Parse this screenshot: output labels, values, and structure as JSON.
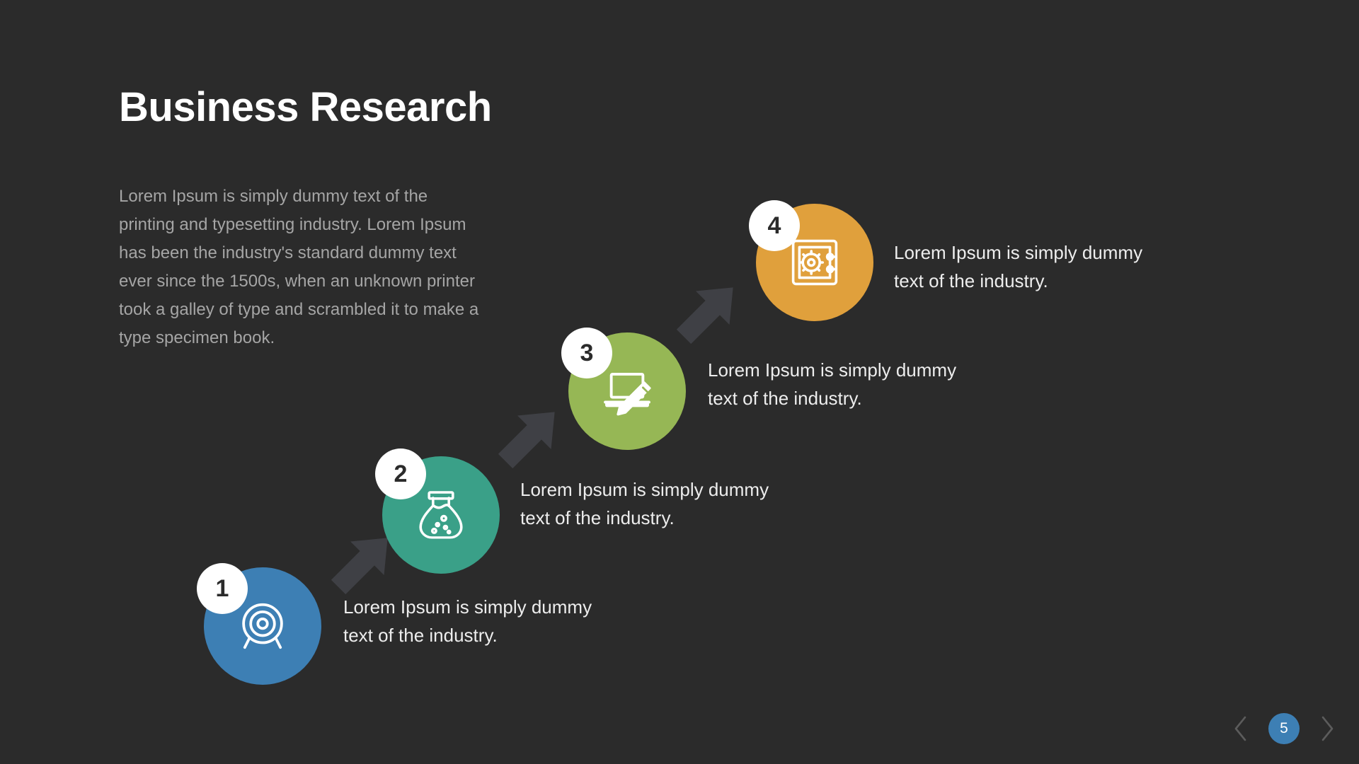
{
  "slide": {
    "title": "Business Research",
    "body": "Lorem Ipsum is simply dummy text of the printing and typesetting industry. Lorem Ipsum has been the industry's standard dummy text ever since the 1500s, when an unknown printer took a galley of type and scrambled it to make a type specimen book.",
    "background_color": "#2b2b2b"
  },
  "steps": [
    {
      "number": "1",
      "label": "Lorem Ipsum is simply dummy text of the industry.",
      "color": "#3d7fb4",
      "icon": "target-icon"
    },
    {
      "number": "2",
      "label": "Lorem Ipsum is simply dummy text of the industry.",
      "color": "#3aa088",
      "icon": "flask-icon"
    },
    {
      "number": "3",
      "label": "Lorem Ipsum is simply dummy text of the industry.",
      "color": "#96b755",
      "icon": "laptop-pencil-icon"
    },
    {
      "number": "4",
      "label": "Lorem Ipsum is simply dummy text of the industry.",
      "color": "#e0a03c",
      "icon": "safe-vault-icon"
    }
  ],
  "connectors": [
    {
      "icon": "arrow-up-right-icon",
      "color": "#3f4045"
    },
    {
      "icon": "arrow-up-right-icon",
      "color": "#3f4045"
    },
    {
      "icon": "arrow-up-right-icon",
      "color": "#3f4045"
    }
  ],
  "pagination": {
    "prev_icon": "chevron-left-icon",
    "next_icon": "chevron-right-icon",
    "current_page": "5",
    "accent_color": "#3d7fb4"
  }
}
